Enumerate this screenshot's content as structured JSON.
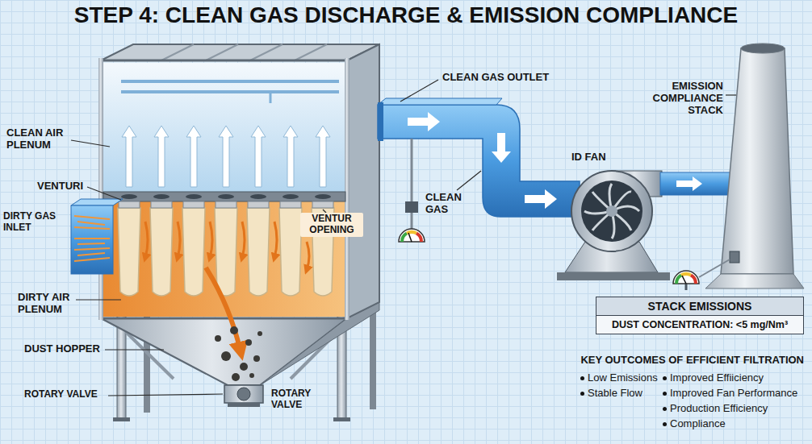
{
  "diagram": {
    "title": "STEP 4: CLEAN GAS DISCHARGE & EMISSION COMPLIANCE",
    "nodes": [
      {
        "text": [
          "STACK EMISSIONS",
          "DUST CONCENTRATION: <5 mg/Nm³"
        ]
      }
    ],
    "labels": [
      "CLEAN AIR PLENUM",
      "VENTURI",
      "DIRTY GAS INLET",
      "DIRTY AIR PLENUM",
      "DUST HOPPER",
      "ROTARY VALVE",
      "CLEAN GAS OUTLET",
      "VENTUR OPENING",
      "CLEAN GAS",
      "ID FAN",
      "EMISSION COMPLIANCE STACK",
      "ROTARY VALVE",
      "KEY OUTCOMES OF EFFICIENT FILTRATION",
      "Low Emissions",
      "Stable Flow",
      "Improved Effiiciency",
      "Improved Fan Performance",
      "Production Efficiency",
      "Compliance"
    ]
  }
}
